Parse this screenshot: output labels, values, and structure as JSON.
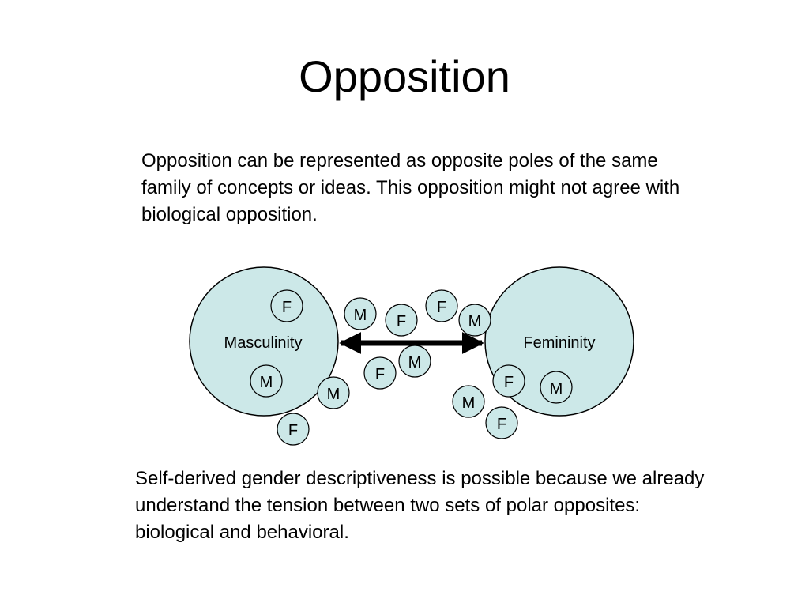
{
  "slide": {
    "title": "Opposition",
    "intro_text": "Opposition can be represented as opposite poles of the same family of concepts or ideas. This opposition might not agree with biological opposition.",
    "conclusion_text": "Self-derived gender descriptiveness is possible because we already understand the tension between two sets of polar opposites: biological and behavioral."
  },
  "diagram": {
    "left_pole_label": "Masculinity",
    "right_pole_label": "Femininity",
    "circle_fill": "#cce8e8",
    "stroke_color": "#000000",
    "small_labels": {
      "f1": "F",
      "f2": "F",
      "f3": "F",
      "f4": "F",
      "f5": "F",
      "f6": "F",
      "f7": "F",
      "m1": "M",
      "m2": "M",
      "m3": "M",
      "m4": "M",
      "m5": "M",
      "m6": "M",
      "m7": "M"
    }
  }
}
